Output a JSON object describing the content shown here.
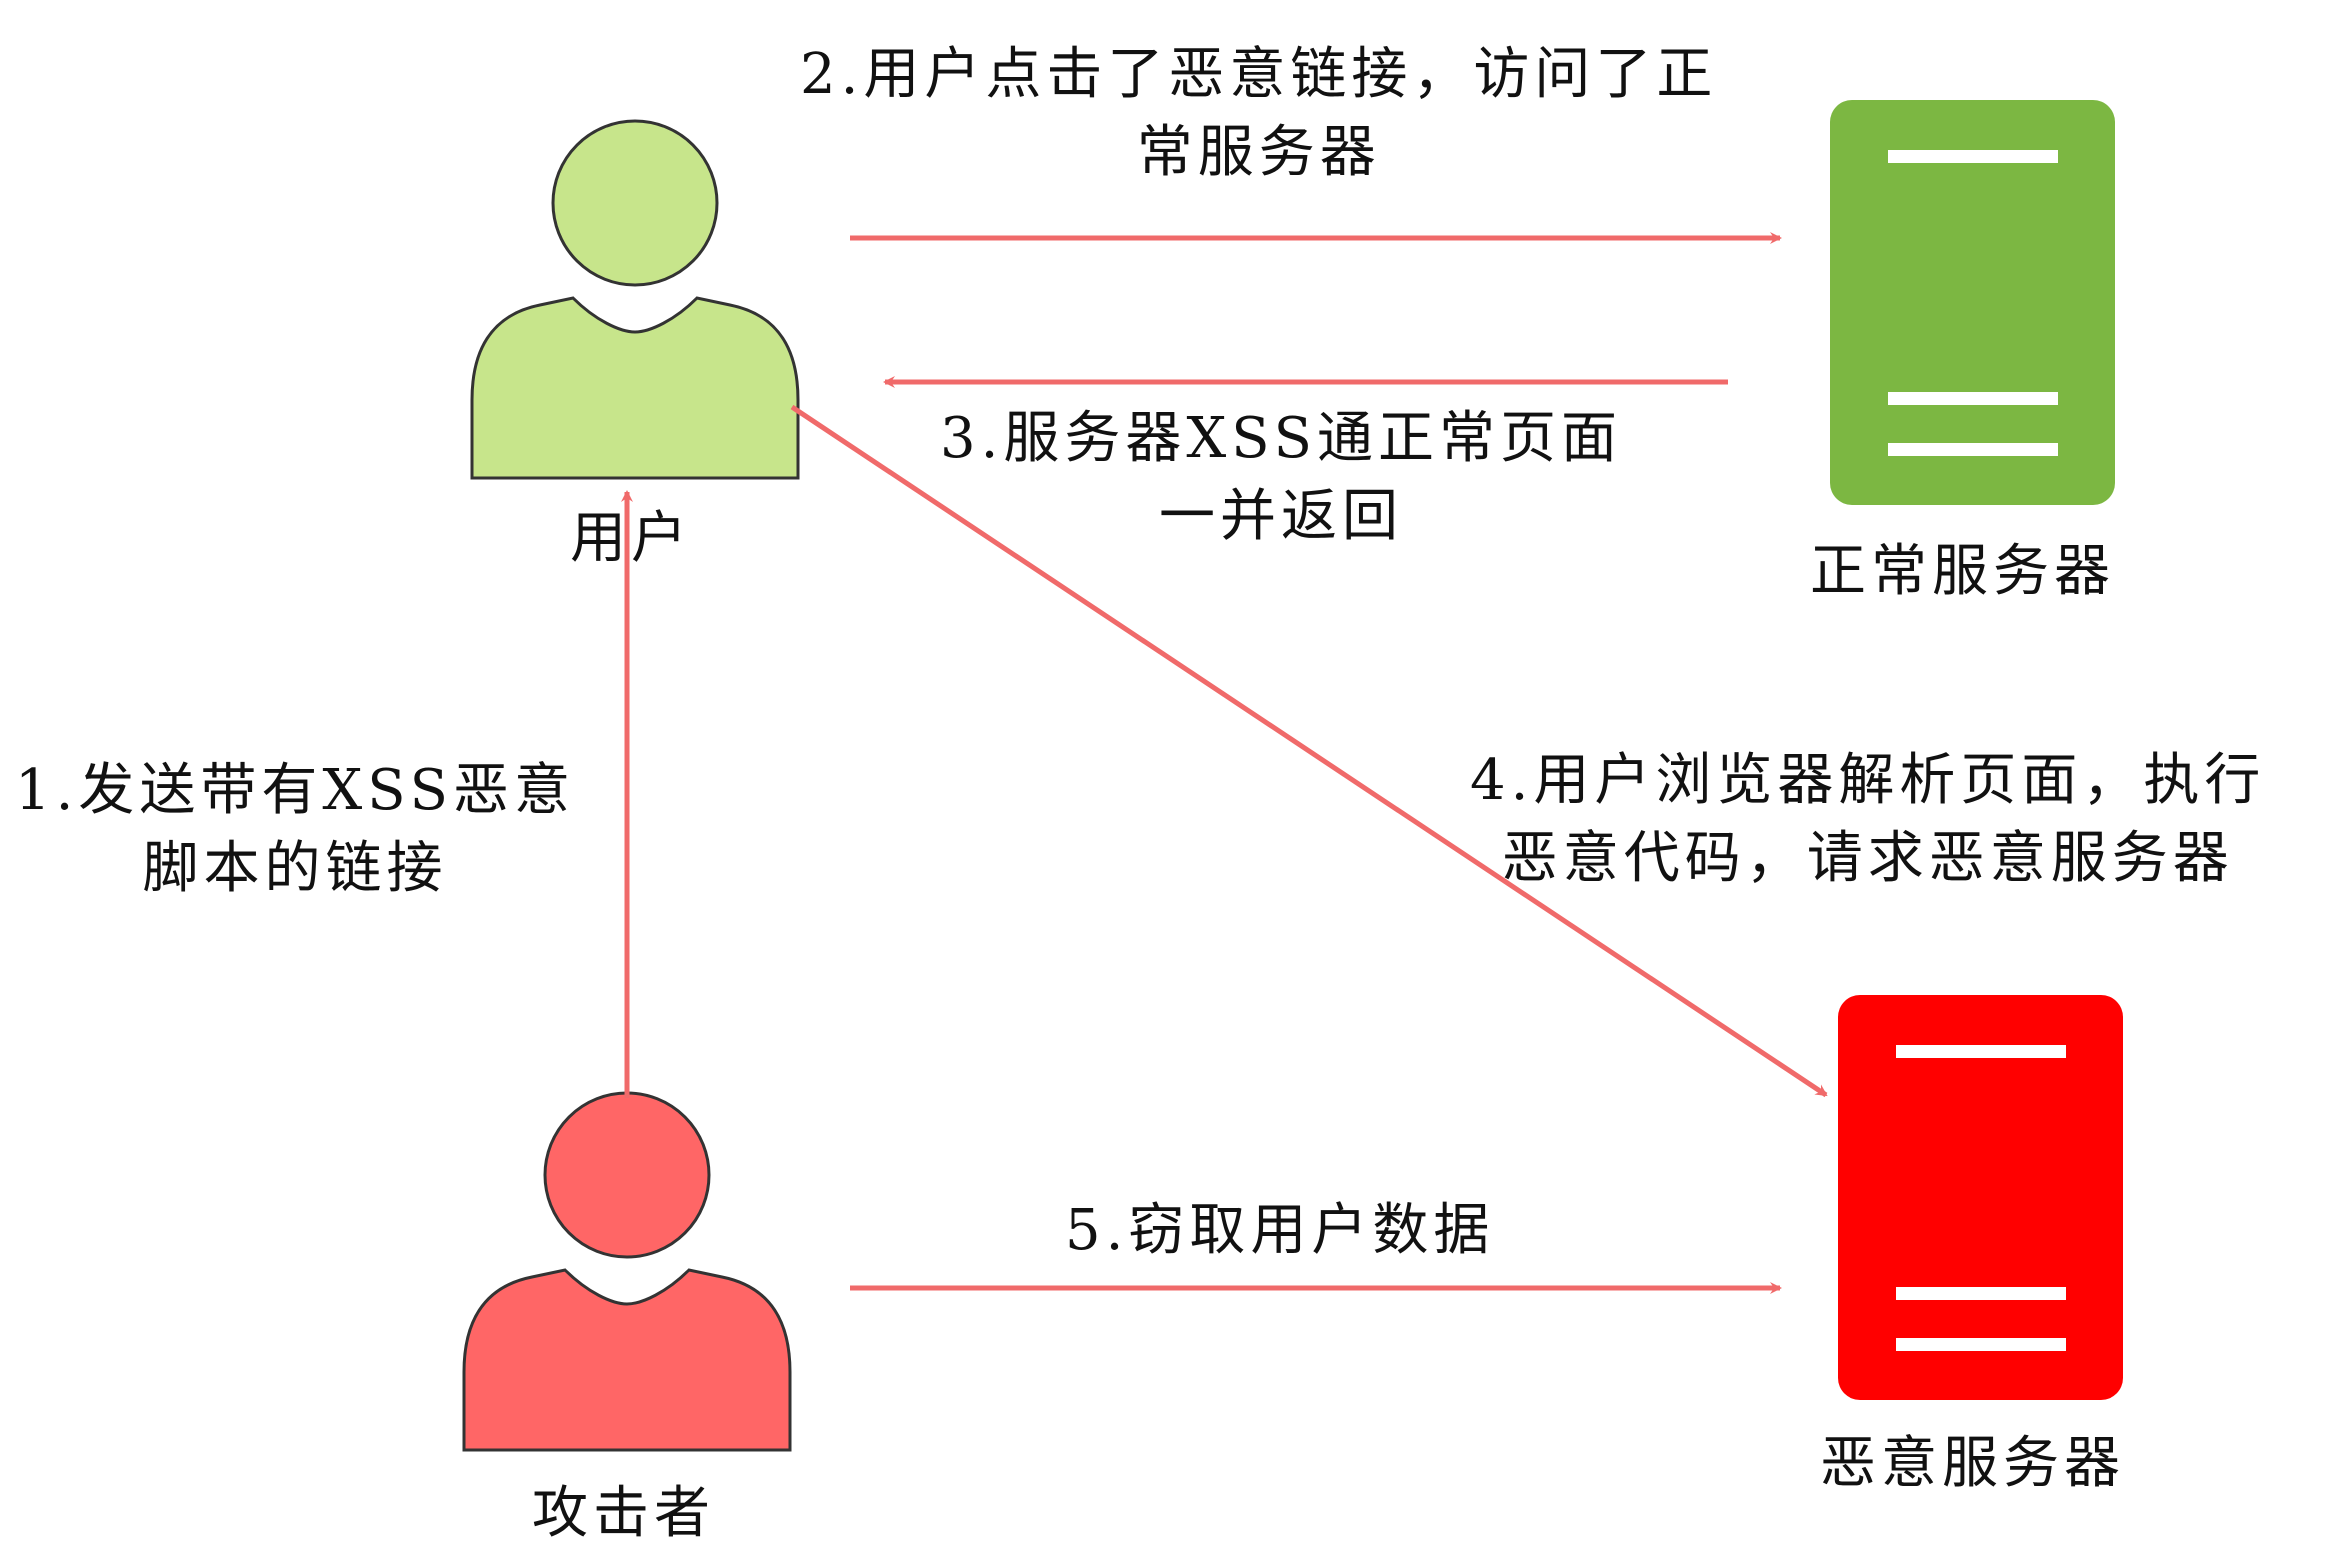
{
  "colors": {
    "user_fill": "#c7e58b",
    "attacker_fill": "#ff6666",
    "normal_server": "#7cb742",
    "malicious_server": "#ff0000",
    "arrow": "#f06a6a",
    "stroke": "#333333"
  },
  "nodes": {
    "user": {
      "label": "用户",
      "icon": "person-icon"
    },
    "attacker": {
      "label": "攻击者",
      "icon": "person-icon"
    },
    "normal_server": {
      "label": "正常服务器",
      "icon": "server-icon"
    },
    "malicious_server": {
      "label": "恶意服务器",
      "icon": "server-icon"
    }
  },
  "steps": [
    {
      "from": "attacker",
      "to": "user",
      "line1": "1.发送带有XSS恶意",
      "line2": "脚本的链接"
    },
    {
      "from": "user",
      "to": "normal_server",
      "line1": "2.用户点击了恶意链接，访问了正",
      "line2": "常服务器"
    },
    {
      "from": "normal_server",
      "to": "user",
      "line1": "3.服务器XSS通正常页面",
      "line2": "一并返回"
    },
    {
      "from": "user",
      "to": "malicious_server",
      "line1": "4.用户浏览器解析页面，执行",
      "line2": "恶意代码，请求恶意服务器"
    },
    {
      "from": "attacker",
      "to": "malicious_server",
      "line1": "5.窃取用户数据"
    }
  ]
}
